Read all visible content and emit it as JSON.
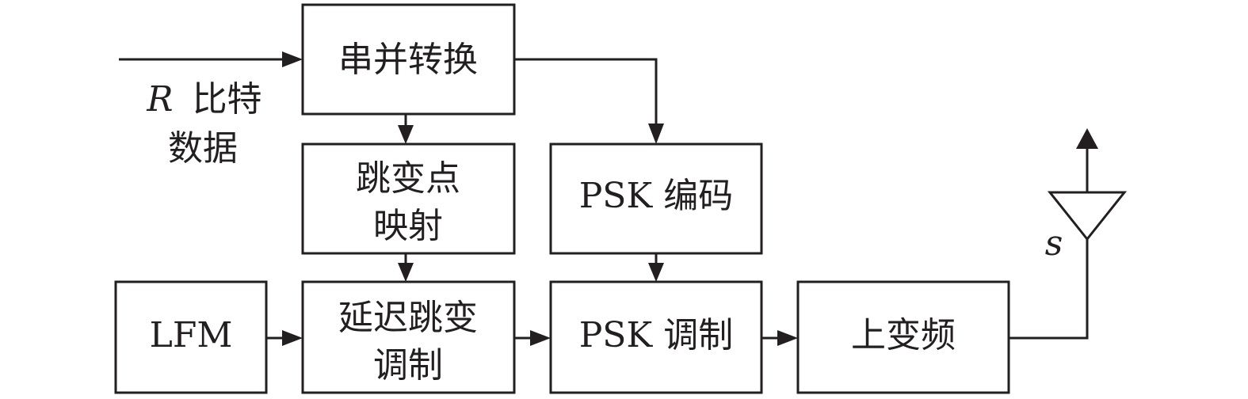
{
  "input": {
    "symbol": "R",
    "line1": "比特",
    "line2": "数据"
  },
  "blocks": {
    "serial_parallel": "串并转换",
    "hop_point_map": [
      "跳变点",
      "映射"
    ],
    "psk_encode": "PSK 编码",
    "lfm": "LFM",
    "delay_hop_mod": [
      "延迟跳变",
      "调制"
    ],
    "psk_mod": "PSK 调制",
    "upconvert": "上变频"
  },
  "output": {
    "signal": "s"
  },
  "colors": {
    "ink": "#231f20",
    "background": "#ffffff"
  }
}
